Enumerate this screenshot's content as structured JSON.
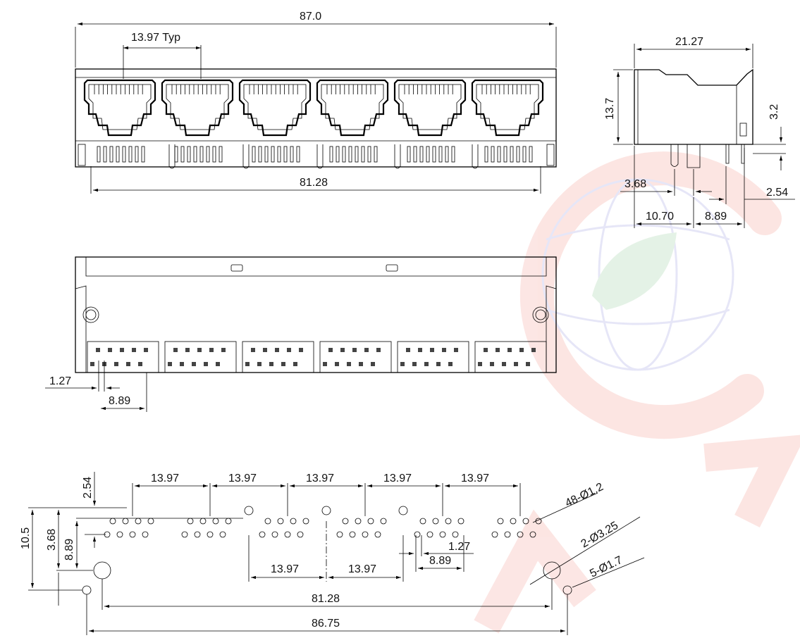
{
  "watermark": {
    "ring_color": "#e8321e",
    "globe_color": "#3d3dbf",
    "leaf_color": "#2e9a3a",
    "opacity": 0.12
  },
  "front_view": {
    "overall_width": "87.0",
    "port_pitch": "13.97 Typ",
    "pin_span": "81.28",
    "port_count": 6
  },
  "side_view": {
    "depth": "21.27",
    "height": "13.7",
    "standoff": "3.2",
    "pin_length": "2.54",
    "pin_offset": "3.68",
    "front_to_pin": "10.70",
    "rear_pin_spacing": "8.89"
  },
  "bottom_view": {
    "pin_pitch": "1.27",
    "row_span": "8.89"
  },
  "footprint": {
    "row_offset": "2.54",
    "to_post": "10.5",
    "to_row": "3.68",
    "rows_to_post": "8.89",
    "pitch_labels": [
      "13.97",
      "13.97",
      "13.97",
      "13.97",
      "13.97"
    ],
    "pitch_labels_lower": [
      "13.97",
      "13.97"
    ],
    "signal_holes": "48-Ø1.2",
    "post_holes": "2-Ø3.25",
    "shield_holes": "5-Ø1.7",
    "pitch_small": "1.27",
    "row_span": "8.89",
    "post_span": "81.28",
    "overall_span": "86.75"
  }
}
